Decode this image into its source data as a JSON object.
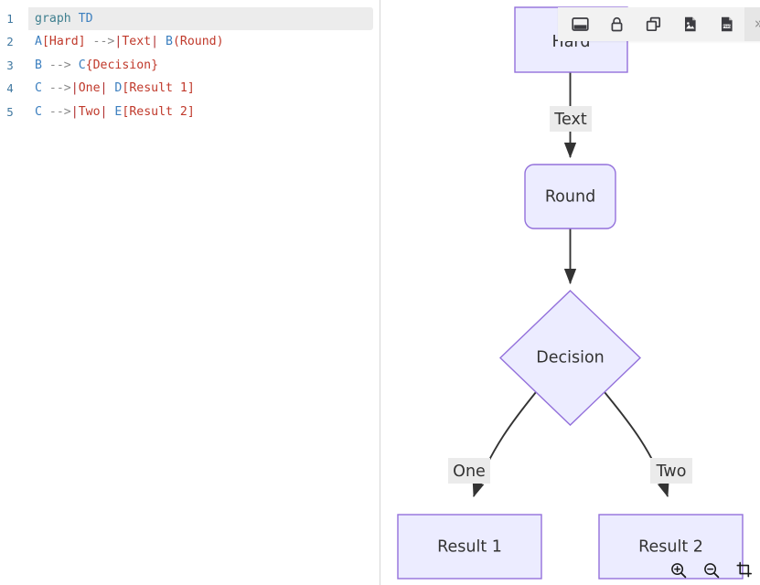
{
  "editor": {
    "language": "mermaid",
    "line_numbers": [
      "1",
      "2",
      "3",
      "4",
      "5"
    ],
    "active_line": 1,
    "lines": [
      {
        "number": "1",
        "text": "graph TD",
        "tokens": [
          {
            "t": "graph",
            "c": "kw"
          },
          {
            "t": " ",
            "c": "plain"
          },
          {
            "t": "TD",
            "c": "dir"
          }
        ]
      },
      {
        "number": "2",
        "text": "A[Hard] -->|Text| B(Round)",
        "tokens": [
          {
            "t": "A",
            "c": "id"
          },
          {
            "t": "[Hard]",
            "c": "label"
          },
          {
            "t": " ",
            "c": "plain"
          },
          {
            "t": "-->",
            "c": "arrow"
          },
          {
            "t": "|",
            "c": "pipe"
          },
          {
            "t": "Text",
            "c": "label"
          },
          {
            "t": "|",
            "c": "pipe"
          },
          {
            "t": " ",
            "c": "plain"
          },
          {
            "t": "B",
            "c": "id"
          },
          {
            "t": "(Round)",
            "c": "label"
          }
        ]
      },
      {
        "number": "3",
        "text": "B --> C{Decision}",
        "tokens": [
          {
            "t": "B",
            "c": "id"
          },
          {
            "t": " ",
            "c": "plain"
          },
          {
            "t": "-->",
            "c": "arrow"
          },
          {
            "t": " ",
            "c": "plain"
          },
          {
            "t": "C",
            "c": "id"
          },
          {
            "t": "{Decision}",
            "c": "label"
          }
        ]
      },
      {
        "number": "4",
        "text": "C -->|One| D[Result 1]",
        "tokens": [
          {
            "t": "C",
            "c": "id"
          },
          {
            "t": " ",
            "c": "plain"
          },
          {
            "t": "-->",
            "c": "arrow"
          },
          {
            "t": "|",
            "c": "pipe"
          },
          {
            "t": "One",
            "c": "label"
          },
          {
            "t": "|",
            "c": "pipe"
          },
          {
            "t": " ",
            "c": "plain"
          },
          {
            "t": "D",
            "c": "id"
          },
          {
            "t": "[Result 1]",
            "c": "label"
          }
        ]
      },
      {
        "number": "5",
        "text": "C -->|Two| E[Result 2]",
        "tokens": [
          {
            "t": "C",
            "c": "id"
          },
          {
            "t": " ",
            "c": "plain"
          },
          {
            "t": "-->",
            "c": "arrow"
          },
          {
            "t": "|",
            "c": "pipe"
          },
          {
            "t": "Two",
            "c": "label"
          },
          {
            "t": "|",
            "c": "pipe"
          },
          {
            "t": " ",
            "c": "plain"
          },
          {
            "t": "E",
            "c": "id"
          },
          {
            "t": "[Result 2]",
            "c": "label"
          }
        ]
      }
    ]
  },
  "toolbar": {
    "buttons": [
      {
        "name": "fit-view-icon",
        "title": "Fit view"
      },
      {
        "name": "lock-icon",
        "title": "Lock"
      },
      {
        "name": "copy-icon",
        "title": "Copy"
      },
      {
        "name": "export-svg-icon",
        "title": "Export SVG"
      },
      {
        "name": "export-png-icon",
        "title": "Export PNG",
        "badge": "PNG"
      }
    ],
    "more_label": "»"
  },
  "zoom_controls": {
    "zoom_in_label": "+",
    "zoom_out_label": "−",
    "buttons": [
      {
        "name": "zoom-in-icon",
        "title": "Zoom in"
      },
      {
        "name": "zoom-out-icon",
        "title": "Zoom out"
      },
      {
        "name": "fit-crop-icon",
        "title": "Reset view"
      }
    ]
  },
  "diagram": {
    "direction": "TD",
    "nodes": [
      {
        "id": "A",
        "label": "Hard",
        "shape": "rect"
      },
      {
        "id": "B",
        "label": "Round",
        "shape": "round"
      },
      {
        "id": "C",
        "label": "Decision",
        "shape": "diamond"
      },
      {
        "id": "D",
        "label": "Result 1",
        "shape": "rect"
      },
      {
        "id": "E",
        "label": "Result 2",
        "shape": "rect"
      }
    ],
    "edges": [
      {
        "from": "A",
        "to": "B",
        "label": "Text"
      },
      {
        "from": "B",
        "to": "C",
        "label": ""
      },
      {
        "from": "C",
        "to": "D",
        "label": "One"
      },
      {
        "from": "C",
        "to": "E",
        "label": "Two"
      }
    ],
    "colors": {
      "node_fill": "#ececff",
      "node_stroke": "#9370db",
      "edge_stroke": "#333333",
      "edge_label_bg": "#ebebeb",
      "text": "#333333"
    }
  }
}
